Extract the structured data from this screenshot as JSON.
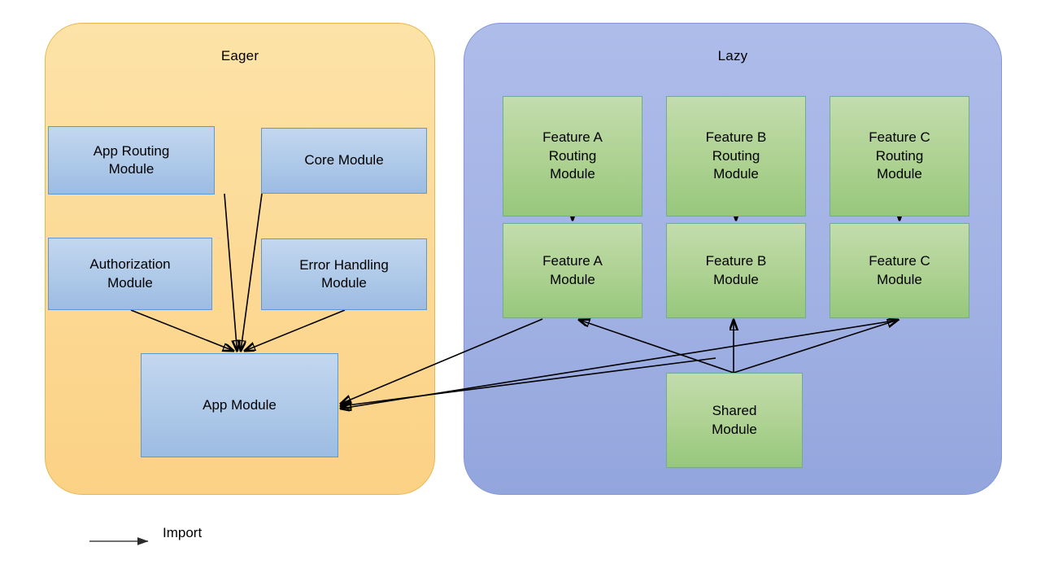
{
  "diagram": {
    "groups": [
      {
        "id": "eager",
        "title": "Eager"
      },
      {
        "id": "lazy",
        "title": "Lazy"
      }
    ],
    "nodes": [
      {
        "id": "app-routing-module",
        "label": "App Routing\nModule",
        "group": "eager",
        "color": "blue"
      },
      {
        "id": "core-module",
        "label": "Core Module",
        "group": "eager",
        "color": "blue"
      },
      {
        "id": "authorization-module",
        "label": "Authorization\nModule",
        "group": "eager",
        "color": "blue"
      },
      {
        "id": "error-handling-module",
        "label": "Error Handling\nModule",
        "group": "eager",
        "color": "blue"
      },
      {
        "id": "app-module",
        "label": "App Module",
        "group": "eager",
        "color": "blue"
      },
      {
        "id": "feature-a-routing-module",
        "label": "Feature A\nRouting\nModule",
        "group": "lazy",
        "color": "green"
      },
      {
        "id": "feature-b-routing-module",
        "label": "Feature B\nRouting\nModule",
        "group": "lazy",
        "color": "green"
      },
      {
        "id": "feature-c-routing-module",
        "label": "Feature C\nRouting\nModule",
        "group": "lazy",
        "color": "green"
      },
      {
        "id": "feature-a-module",
        "label": "Feature A\nModule",
        "group": "lazy",
        "color": "green"
      },
      {
        "id": "feature-b-module",
        "label": "Feature B\nModule",
        "group": "lazy",
        "color": "green"
      },
      {
        "id": "feature-c-module",
        "label": "Feature C\nModule",
        "group": "lazy",
        "color": "green"
      },
      {
        "id": "shared-module",
        "label": "Shared\nModule",
        "group": "lazy",
        "color": "green"
      }
    ],
    "edges": [
      {
        "from": "app-routing-module",
        "to": "app-module",
        "type": "import"
      },
      {
        "from": "core-module",
        "to": "app-module",
        "type": "import"
      },
      {
        "from": "authorization-module",
        "to": "app-module",
        "type": "import"
      },
      {
        "from": "error-handling-module",
        "to": "app-module",
        "type": "import"
      },
      {
        "from": "feature-a-routing-module",
        "to": "feature-a-module",
        "type": "import"
      },
      {
        "from": "feature-b-routing-module",
        "to": "feature-b-module",
        "type": "import"
      },
      {
        "from": "feature-c-routing-module",
        "to": "feature-c-module",
        "type": "import"
      },
      {
        "from": "shared-module",
        "to": "feature-a-module",
        "type": "import"
      },
      {
        "from": "shared-module",
        "to": "feature-b-module",
        "type": "import"
      },
      {
        "from": "shared-module",
        "to": "feature-c-module",
        "type": "import"
      },
      {
        "from": "feature-a-module",
        "to": "app-module",
        "type": "import"
      },
      {
        "from": "feature-b-module",
        "to": "app-module",
        "type": "import"
      },
      {
        "from": "feature-c-module",
        "to": "app-module",
        "type": "import"
      }
    ]
  },
  "legend": {
    "arrow_label": "Import"
  },
  "colors": {
    "eager_fill": "#fcd994",
    "eager_border": "#e8b84f",
    "lazy_fill": "#a2b2e4",
    "lazy_border": "#8496d6",
    "node_blue_fill": "#b0cae9",
    "node_blue_border": "#5b9bd5",
    "node_green_fill": "#aed292",
    "node_green_border": "#70ad8e",
    "edge_stroke": "#000000"
  }
}
